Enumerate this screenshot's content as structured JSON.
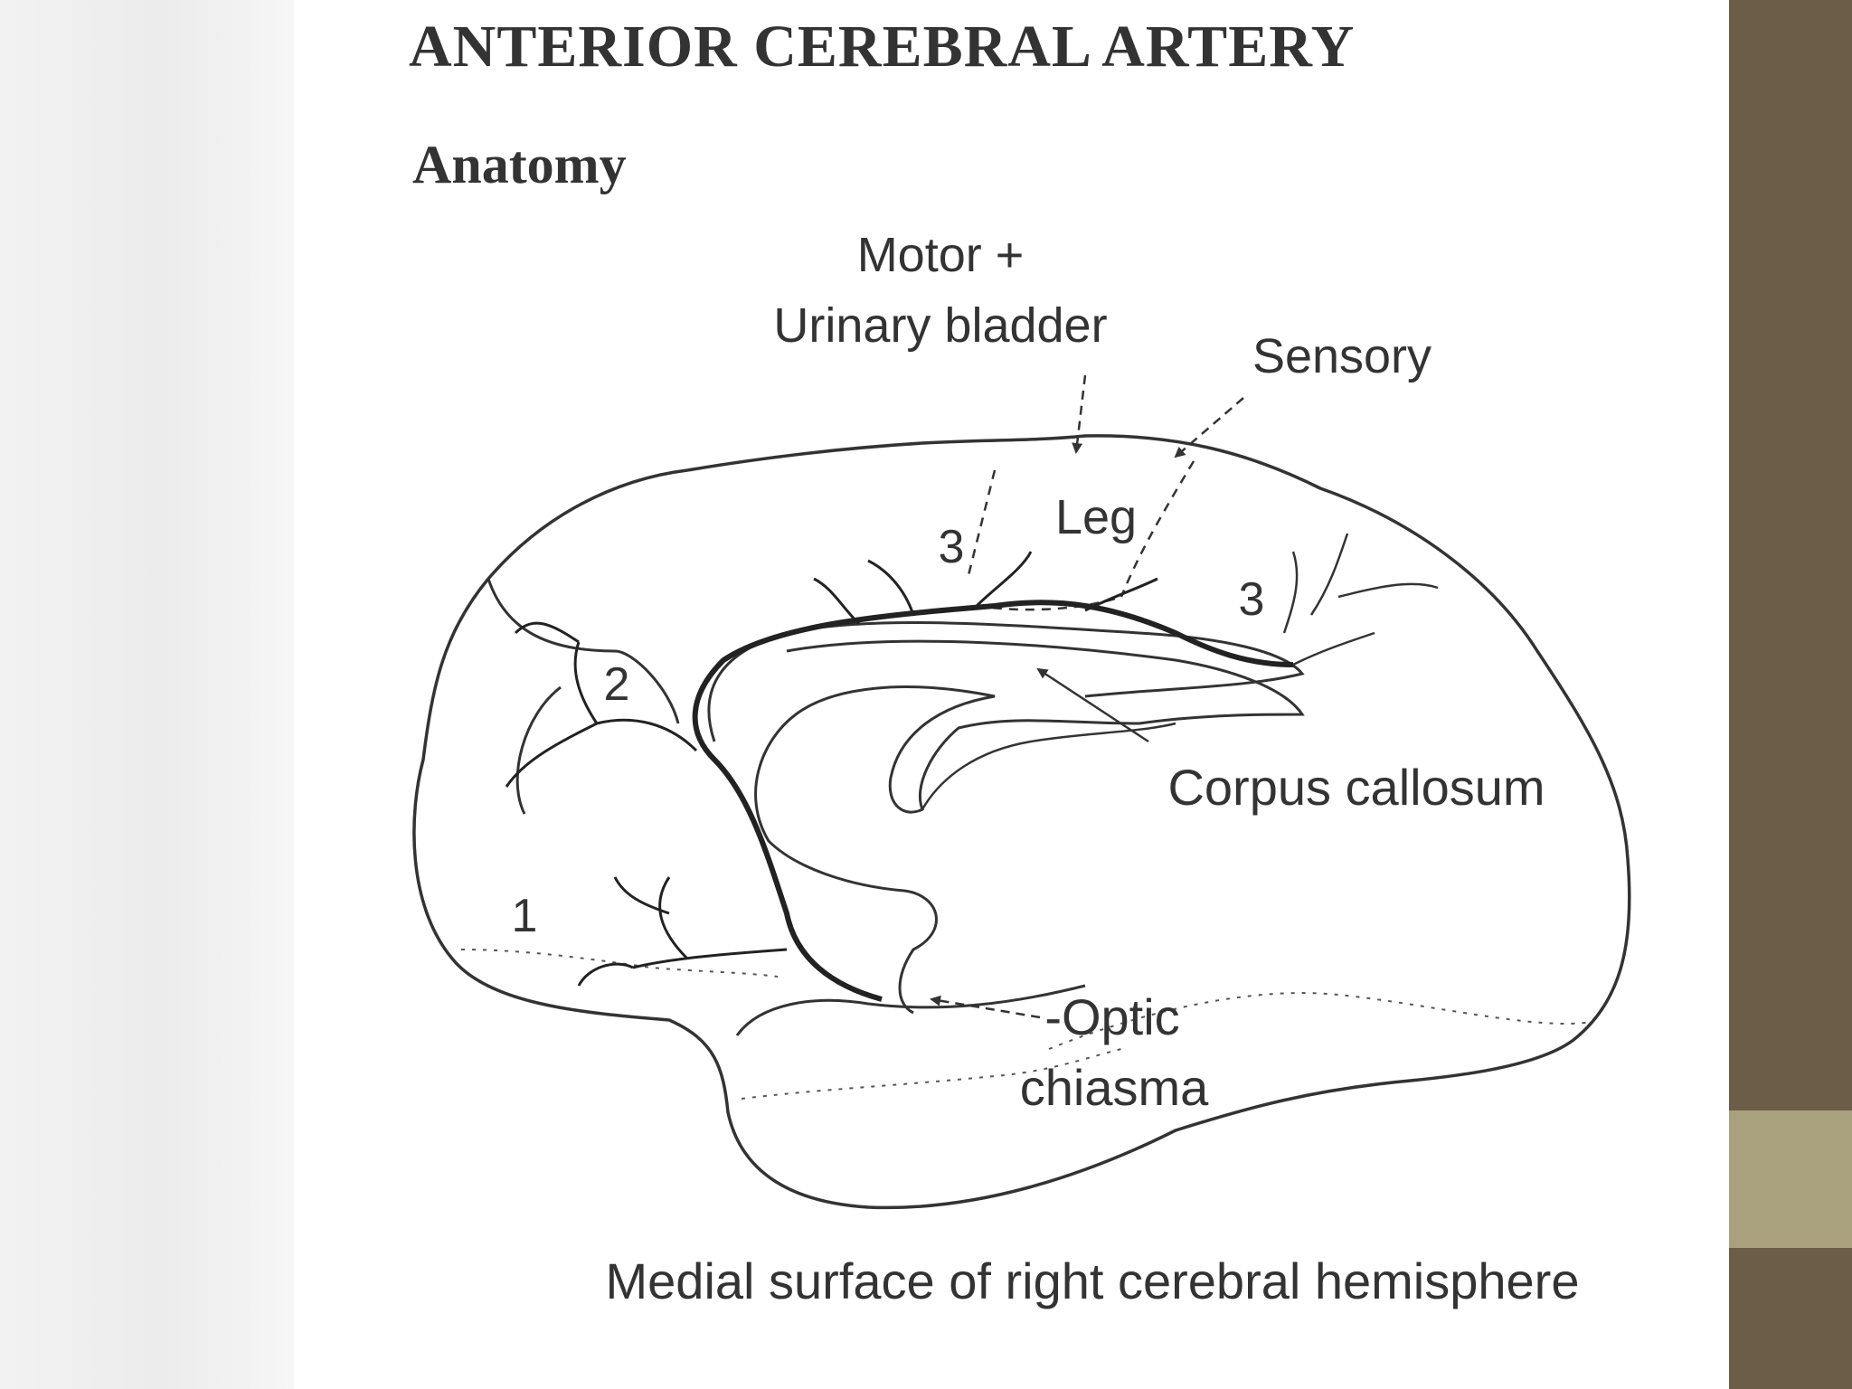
{
  "slide": {
    "title": "ANTERIOR CEREBRAL ARTERY",
    "subtitle": "Anatomy",
    "caption": "Medial surface of right cerebral hemisphere"
  },
  "diagram": {
    "labels": {
      "motor_line1": "Motor +",
      "motor_line2": "Urinary bladder",
      "sensory": "Sensory",
      "leg": "Leg",
      "region_3_left": "3",
      "region_3_right": "3",
      "region_2": "2",
      "region_1": "1",
      "corpus_callosum": "Corpus callosum",
      "optic_line1": "-Optic",
      "optic_line2": "chiasma"
    }
  },
  "colors": {
    "left_panel": "#eeeeee",
    "right_bar": "#6b5d47",
    "right_accent": "#a9a07e",
    "ink": "#333333"
  }
}
